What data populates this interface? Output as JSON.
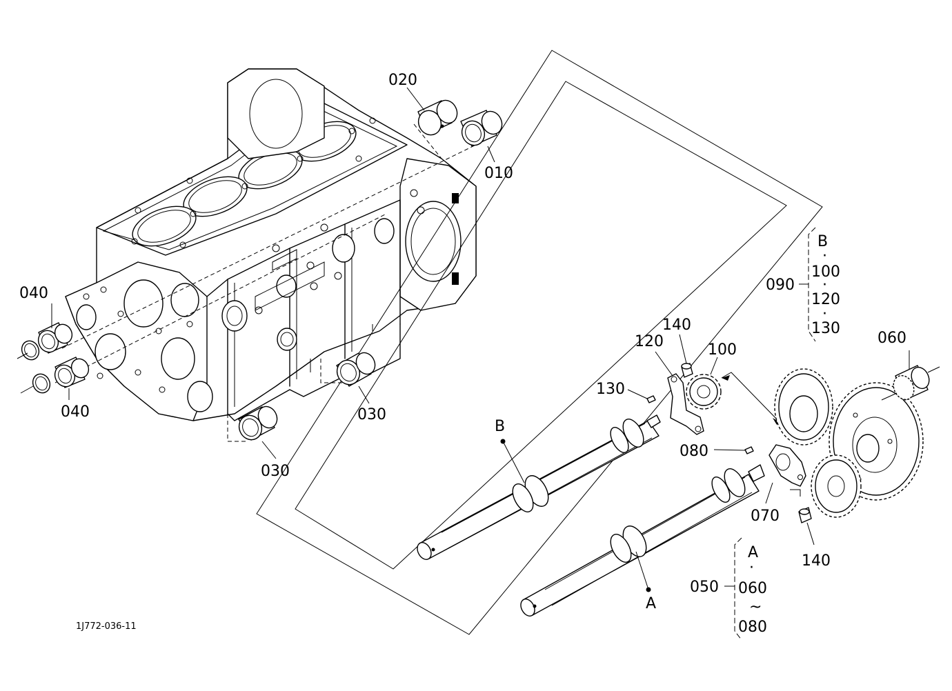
{
  "diagram": {
    "drawing_code": "1J772-036-11",
    "labels": {
      "p010": "010",
      "p020": "020",
      "p030a": "030",
      "p030b": "030",
      "p040a": "040",
      "p040b": "040",
      "p050": "050",
      "p060": "060",
      "p070": "070",
      "p080": "080",
      "p090": "090",
      "p100": "100",
      "p120": "120",
      "p130": "130",
      "p140a": "140",
      "p140b": "140",
      "markA": "A",
      "markB": "B"
    },
    "group_090": {
      "items": [
        "B",
        "100",
        "120",
        "130"
      ],
      "separator": "·"
    },
    "group_050": {
      "items": [
        "A",
        "060",
        "080"
      ],
      "separator": "·",
      "range": "~"
    }
  }
}
